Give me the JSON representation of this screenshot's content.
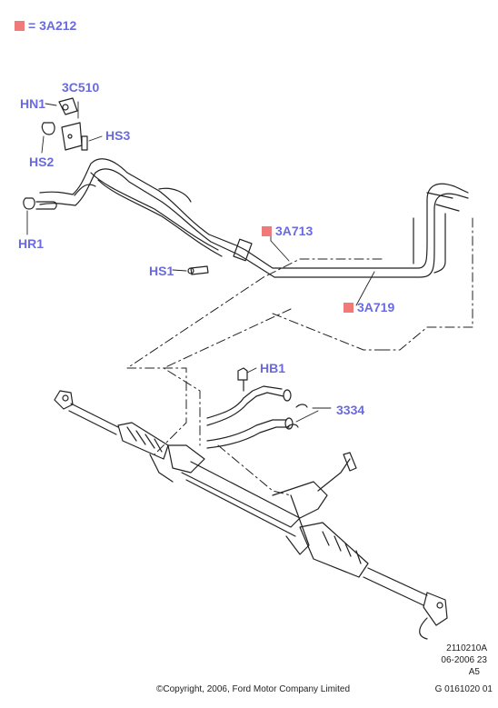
{
  "legend": {
    "marker_color": "#f07a7a",
    "text": "= 3A212"
  },
  "callouts": {
    "hn1": "HN1",
    "c3510": "3C510",
    "hs3": "HS3",
    "hs2": "HS2",
    "hr1": "HR1",
    "a3713": "3A713",
    "hs1": "HS1",
    "a3719": "3A719",
    "hb1": "HB1",
    "n3334": "3334"
  },
  "reference": {
    "code": "2110210A",
    "date": "06-2006 23",
    "variant": "A5",
    "number": "G 0161020 01"
  },
  "copyright": "©Copyright, 2006, Ford Motor Company Limited",
  "colors": {
    "callout": "#6a6ae0",
    "marker": "#f07a7a",
    "line": "#222222"
  }
}
